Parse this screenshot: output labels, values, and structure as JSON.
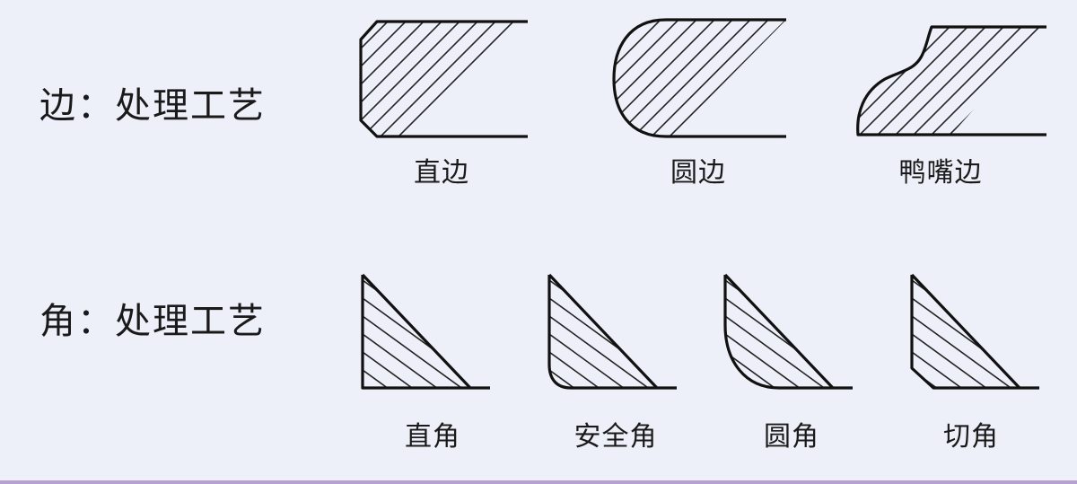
{
  "edge_section": {
    "title": "边：处理工艺",
    "items": [
      {
        "label": "直边"
      },
      {
        "label": "圆边"
      },
      {
        "label": "鸭嘴边"
      }
    ]
  },
  "corner_section": {
    "title": "角：处理工艺",
    "items": [
      {
        "label": "直角"
      },
      {
        "label": "安全角"
      },
      {
        "label": "圆角"
      },
      {
        "label": "切角"
      }
    ]
  },
  "colors": {
    "background": "#eef0f9",
    "line": "#111111"
  }
}
